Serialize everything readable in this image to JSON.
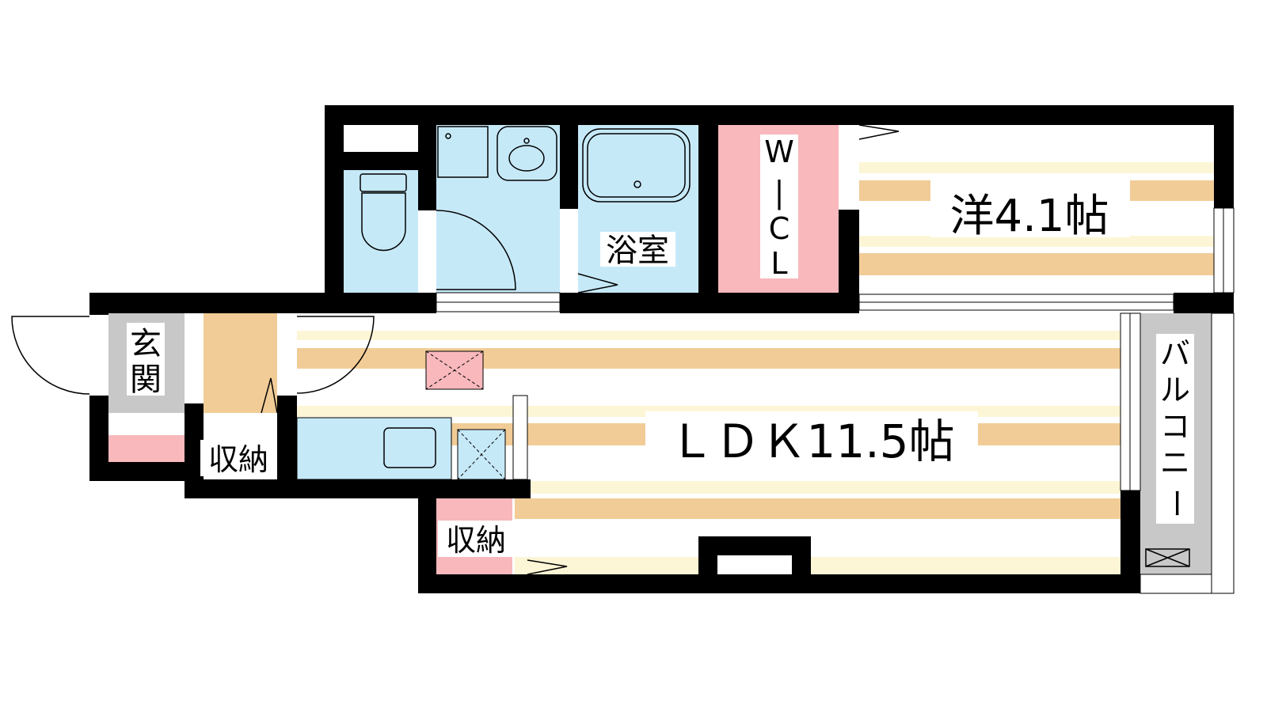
{
  "rooms": {
    "western": "洋4.1帖",
    "ldk": "ＬＤＫ11.5帖",
    "bath": "浴室",
    "wic_w": "W",
    "wic_sep": "|",
    "wic_c": "C",
    "wic_l": "L",
    "entrance_1": "玄",
    "entrance_2": "関",
    "storage_1": "収納",
    "storage_2": "収納",
    "balcony": [
      "バ",
      "ル",
      "コ",
      "ニ",
      "ー"
    ]
  },
  "colors": {
    "wall": "#000000",
    "wet_area": "#c6e9f8",
    "closet_pink": "#f8b8bc",
    "floor_stripe": "#f1cc96",
    "floor_light": "#fdf6d6",
    "entrance_gray": "#c8c8c8",
    "shoe_box": "#f1cc96",
    "balcony_gray": "#c8c8c8"
  }
}
